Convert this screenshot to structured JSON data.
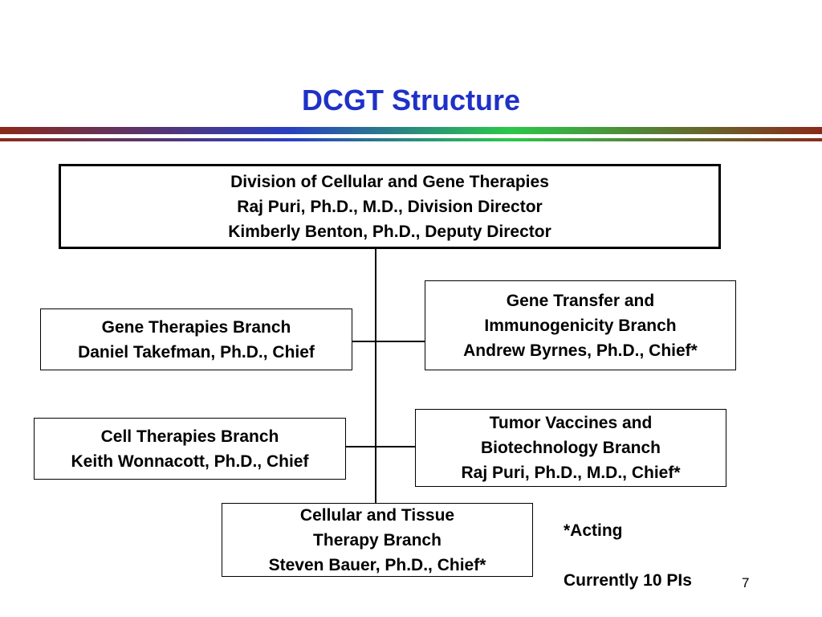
{
  "title": "DCGT Structure",
  "colors": {
    "title": "#1f31c8",
    "rule_gradient": [
      "#8b2a1a",
      "#2a3fc0",
      "#2ac84a",
      "#8b2a1a"
    ]
  },
  "division": {
    "lines": [
      "Division of Cellular and Gene Therapies",
      "Raj Puri, Ph.D., M.D., Division Director",
      "Kimberly Benton, Ph.D., Deputy Director"
    ]
  },
  "branches": {
    "gene_therapies": [
      "Gene Therapies Branch",
      "Daniel Takefman, Ph.D., Chief"
    ],
    "gene_transfer": [
      "Gene Transfer and",
      "Immunogenicity Branch",
      "Andrew Byrnes, Ph.D., Chief*"
    ],
    "cell_therapies": [
      "Cell Therapies Branch",
      "Keith Wonnacott, Ph.D., Chief"
    ],
    "tumor_vaccines": [
      "Tumor Vaccines and",
      "Biotechnology Branch",
      "Raj Puri, Ph.D., M.D., Chief*"
    ],
    "cellular_tissue": [
      "Cellular and Tissue",
      "Therapy Branch",
      "Steven Bauer, Ph.D., Chief*"
    ]
  },
  "notes": {
    "acting": "*Acting",
    "pis": "Currently 10 PIs"
  },
  "page_number": "7"
}
